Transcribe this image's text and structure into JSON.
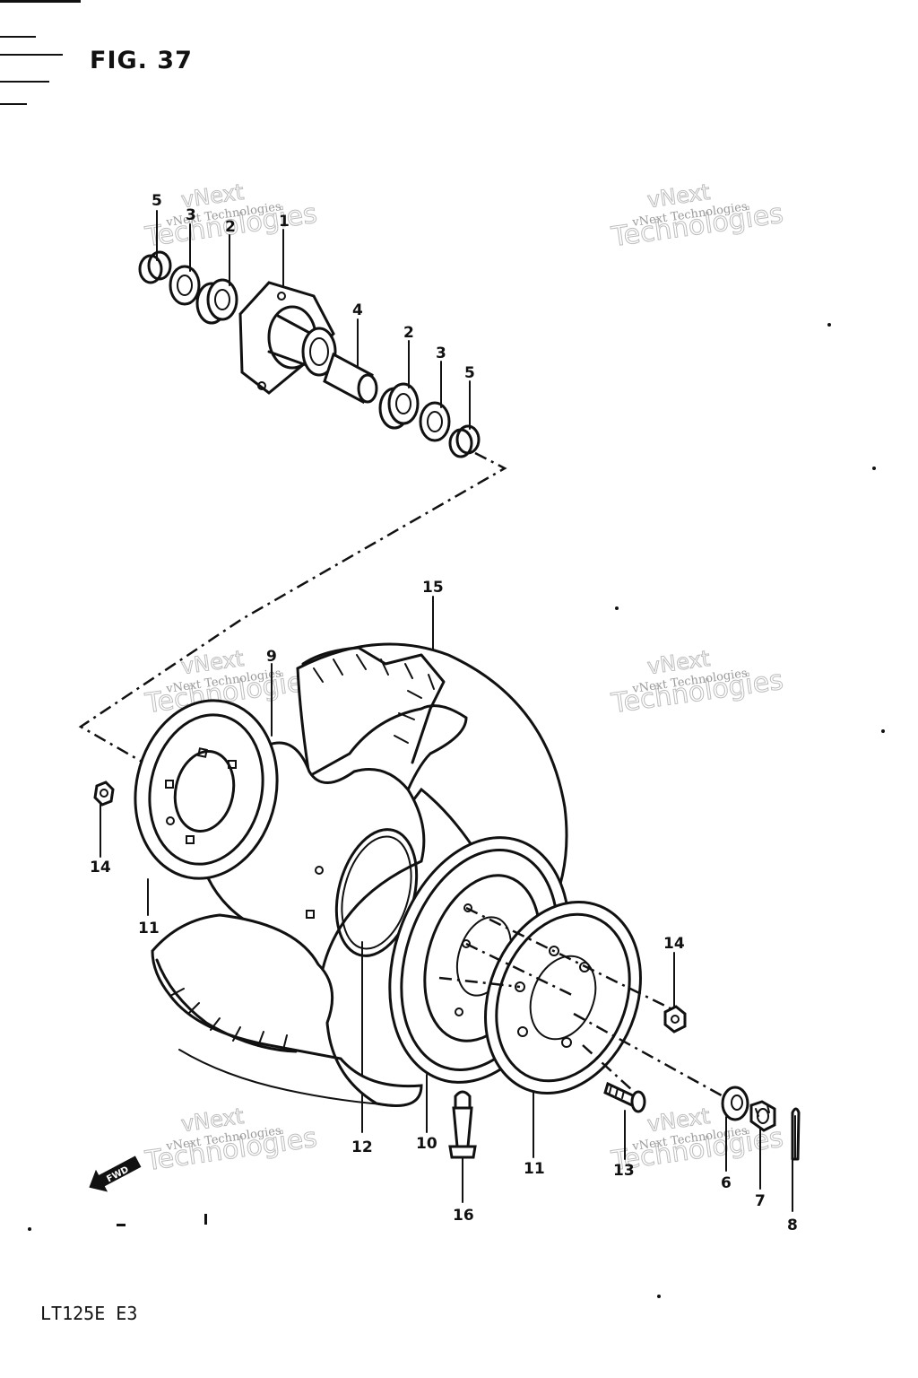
{
  "figure": {
    "title": "FIG. 37",
    "model": "LT125E  E3",
    "direction_arrow": "FWD"
  },
  "watermark": {
    "line1": "vNext",
    "line2": "Technologies",
    "small": "vNext Technologies"
  },
  "callouts": {
    "hub_top_5": "5",
    "hub_top_3": "3",
    "hub_top_2": "2",
    "hub_top_1": "1",
    "spacer_4": "4",
    "bearing_2": "2",
    "seal_3": "3",
    "spacer_5": "5",
    "tire_15": "15",
    "rim_9": "9",
    "nut_14_left": "14",
    "disc_11_left": "11",
    "nut_14_right": "14",
    "band_12": "12",
    "rim_10": "10",
    "disc_11_right": "11",
    "bolt_13": "13",
    "washer_6": "6",
    "nut_7": "7",
    "pin_8": "8",
    "valve_16": "16"
  }
}
